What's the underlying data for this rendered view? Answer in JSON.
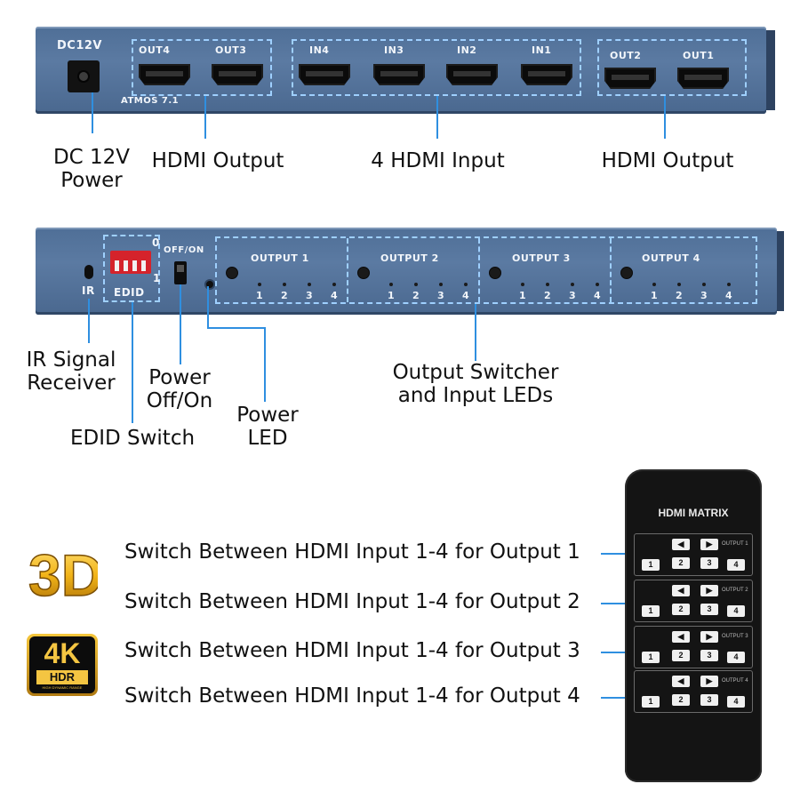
{
  "rear_panel": {
    "dc_label": "DC12V",
    "outputs_left": [
      "OUT4",
      "OUT3"
    ],
    "atmos_label": "ATMOS 7.1",
    "inputs": [
      "IN4",
      "IN3",
      "IN2",
      "IN1"
    ],
    "outputs_right": [
      "OUT2",
      "OUT1"
    ]
  },
  "rear_callouts": {
    "dc_power": "DC 12V\nPower",
    "hdmi_output_left": "HDMI Output",
    "hdmi_input": "4 HDMI Input",
    "hdmi_output_right": "HDMI Output"
  },
  "front_panel": {
    "ir_label": "IR",
    "edid_label": "EDID",
    "dip_label_0": "0",
    "dip_label_1": "1",
    "off_on_label": "OFF/ON",
    "output_groups": [
      {
        "label": "OUTPUT 1",
        "leds": [
          "1",
          "2",
          "3",
          "4"
        ]
      },
      {
        "label": "OUTPUT 2",
        "leds": [
          "1",
          "2",
          "3",
          "4"
        ]
      },
      {
        "label": "OUTPUT 3",
        "leds": [
          "1",
          "2",
          "3",
          "4"
        ]
      },
      {
        "label": "OUTPUT 4",
        "leds": [
          "1",
          "2",
          "3",
          "4"
        ]
      }
    ]
  },
  "front_callouts": {
    "ir_receiver": "IR Signal\nReceiver",
    "power_switch": "Power\nOff/On",
    "edid_switch": "EDID Switch",
    "power_led": "Power\nLED",
    "output_switcher": "Output Switcher\nand Input LEDs"
  },
  "switch_rows": [
    "Switch Between HDMI Input 1-4 for Output 1",
    "Switch Between HDMI Input 1-4 for Output 2",
    "Switch Between HDMI Input 1-4 for Output 3",
    "Switch Between HDMI Input 1-4 for Output 4"
  ],
  "remote": {
    "title": "HDMI MATRIX",
    "groups": [
      {
        "label": "OUTPUT 1",
        "keys": [
          "1",
          "2",
          "3",
          "4"
        ]
      },
      {
        "label": "OUTPUT 2",
        "keys": [
          "1",
          "2",
          "3",
          "4"
        ]
      },
      {
        "label": "OUTPUT 3",
        "keys": [
          "1",
          "2",
          "3",
          "4"
        ]
      },
      {
        "label": "OUTPUT 4",
        "keys": [
          "1",
          "2",
          "3",
          "4"
        ]
      }
    ],
    "arrow_left": "◀",
    "arrow_right": "▶"
  },
  "badges": {
    "badge_3d": "3D",
    "badge_4k": "4K",
    "badge_hdr": "HDR",
    "badge_hdr_sub": "HIGH DYNAMIC RANGE"
  },
  "colors": {
    "panel": "#5b7aa2",
    "callout_line": "#2f8fe0",
    "dashed": "#9fd0ff"
  }
}
